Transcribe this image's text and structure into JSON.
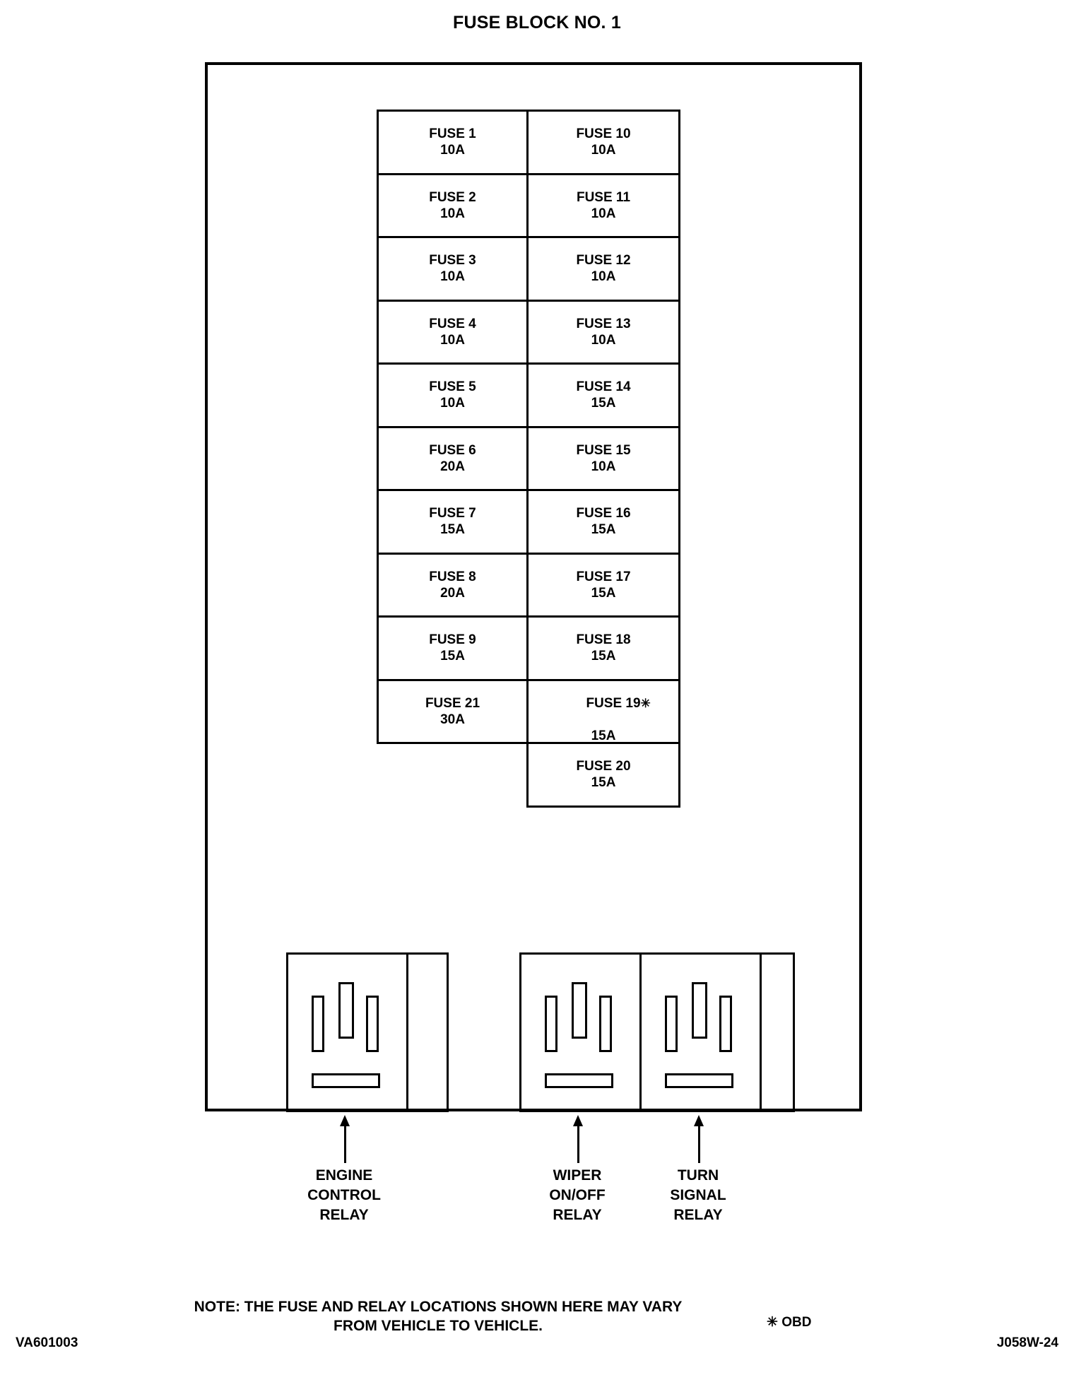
{
  "title": "FUSE BLOCK NO. 1",
  "fuse_grid": {
    "left_column": [
      {
        "name": "FUSE 1",
        "rating": "10A",
        "star": ""
      },
      {
        "name": "FUSE 2",
        "rating": "10A",
        "star": ""
      },
      {
        "name": "FUSE 3",
        "rating": "10A",
        "star": ""
      },
      {
        "name": "FUSE 4",
        "rating": "10A",
        "star": ""
      },
      {
        "name": "FUSE 5",
        "rating": "10A",
        "star": ""
      },
      {
        "name": "FUSE 6",
        "rating": "20A",
        "star": ""
      },
      {
        "name": "FUSE 7",
        "rating": "15A",
        "star": ""
      },
      {
        "name": "FUSE 8",
        "rating": "20A",
        "star": ""
      },
      {
        "name": "FUSE 9",
        "rating": "15A",
        "star": ""
      },
      {
        "name": "FUSE 21",
        "rating": "30A",
        "star": ""
      }
    ],
    "right_column": [
      {
        "name": "FUSE 10",
        "rating": "10A",
        "star": ""
      },
      {
        "name": "FUSE 11",
        "rating": "10A",
        "star": ""
      },
      {
        "name": "FUSE 12",
        "rating": "10A",
        "star": ""
      },
      {
        "name": "FUSE 13",
        "rating": "10A",
        "star": ""
      },
      {
        "name": "FUSE 14",
        "rating": "15A",
        "star": ""
      },
      {
        "name": "FUSE 15",
        "rating": "10A",
        "star": ""
      },
      {
        "name": "FUSE 16",
        "rating": "15A",
        "star": ""
      },
      {
        "name": "FUSE 17",
        "rating": "15A",
        "star": ""
      },
      {
        "name": "FUSE 18",
        "rating": "15A",
        "star": ""
      },
      {
        "name": "FUSE 19",
        "rating": "15A",
        "star": "✳"
      },
      {
        "name": "FUSE 20",
        "rating": "15A",
        "star": ""
      }
    ]
  },
  "relays": [
    {
      "label": "ENGINE\nCONTROL\nRELAY"
    },
    {
      "label": "WIPER\nON/OFF\nRELAY"
    },
    {
      "label": "TURN\nSIGNAL\nRELAY"
    }
  ],
  "footer": {
    "note": "NOTE: THE FUSE AND RELAY LOCATIONS  SHOWN HERE\nMAY VARY FROM VEHICLE TO VEHICLE.",
    "obd_legend": "✳ OBD",
    "code_left": "VA601003",
    "code_right": "J058W-24"
  }
}
